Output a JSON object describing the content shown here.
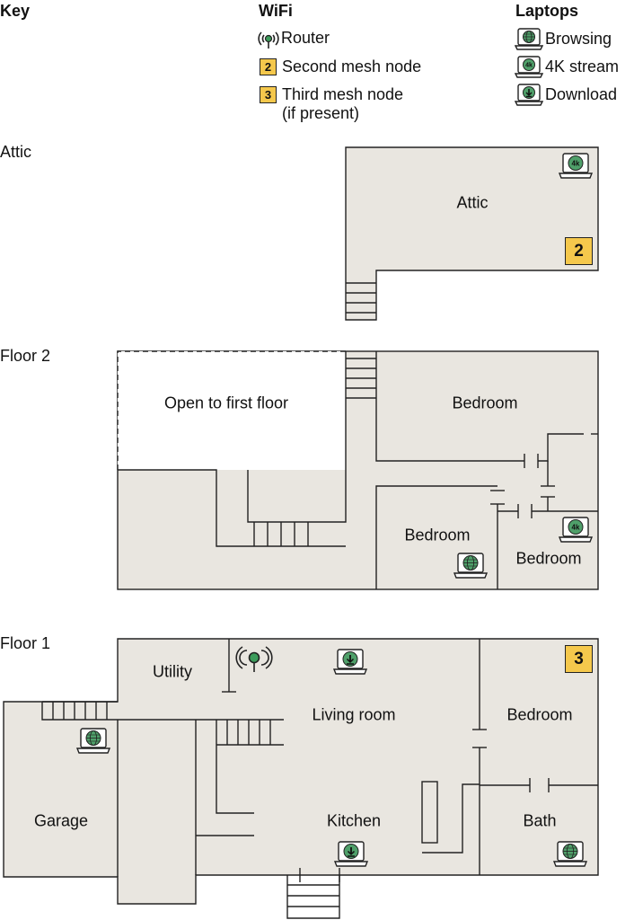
{
  "key": {
    "title": "Key",
    "wifi_header": "WiFi",
    "laptops_header": "Laptops",
    "wifi_items": {
      "router": "Router",
      "node2_badge": "2",
      "node2": "Second mesh node",
      "node3_badge": "3",
      "node3_line1": "Third mesh node",
      "node3_line2": "(if present)"
    },
    "laptop_items": {
      "browsing": "Browsing",
      "stream": "4K stream",
      "stream_badge": "4k",
      "download": "Download"
    }
  },
  "sections": {
    "attic": "Attic",
    "floor2": "Floor 2",
    "floor1": "Floor 1"
  },
  "rooms": {
    "attic": "Attic",
    "open_to_first": "Open to first floor",
    "f2_bedroom_top": "Bedroom",
    "f2_bedroom_mid": "Bedroom",
    "f2_bedroom_small": "Bedroom",
    "utility": "Utility",
    "living": "Living room",
    "f1_bedroom": "Bedroom",
    "garage": "Garage",
    "kitchen": "Kitchen",
    "bath": "Bath"
  },
  "badges": {
    "attic_node": "2",
    "f1_node": "3",
    "stream_label": "4k"
  },
  "colors": {
    "floor": "#e9e6e0",
    "wall": "#222222",
    "node_badge": "#f5c84c",
    "laptop_green": "#4fa06a",
    "router_green": "#3c9c5b"
  }
}
